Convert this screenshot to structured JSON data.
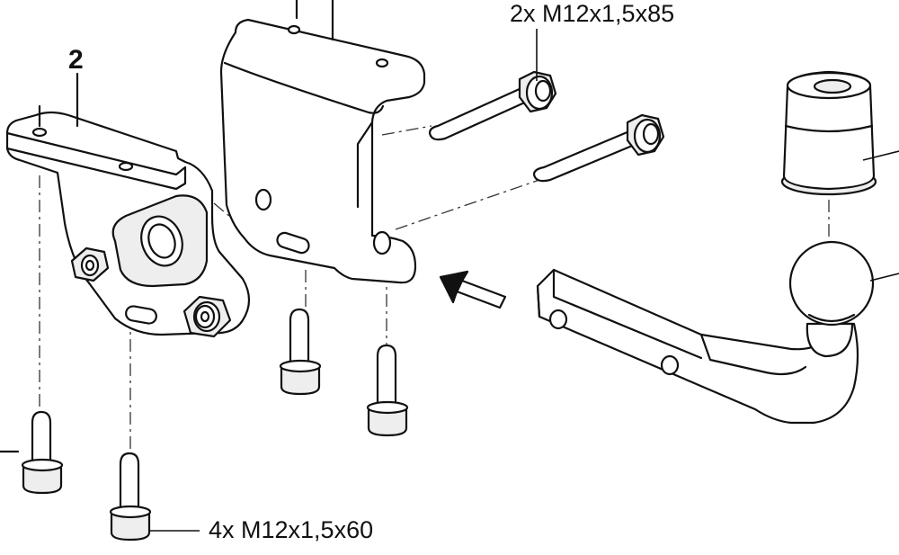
{
  "labels": {
    "part_2": "2",
    "bolts_top": "2x M12x1,5x85",
    "bolts_bottom": "4x M12x1,5x60"
  }
}
